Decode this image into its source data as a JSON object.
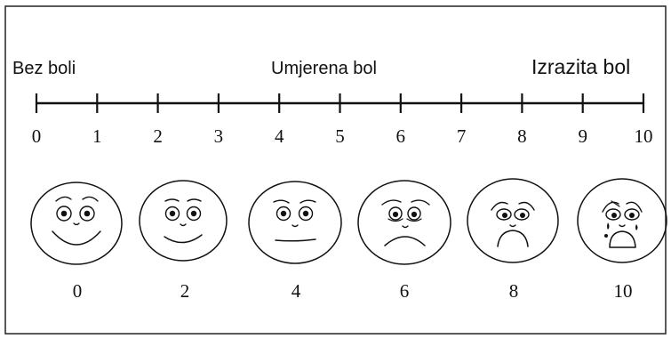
{
  "headings": {
    "left": "Bez boli",
    "middle": "Umjerena bol",
    "right": "Izrazita bol"
  },
  "scale": {
    "min": 0,
    "max": 10,
    "tick_labels": [
      "0",
      "1",
      "2",
      "3",
      "4",
      "5",
      "6",
      "7",
      "8",
      "9",
      "10"
    ]
  },
  "faces": [
    {
      "score": "0",
      "expression": "happy-big-smile"
    },
    {
      "score": "2",
      "expression": "slight-smile"
    },
    {
      "score": "4",
      "expression": "neutral"
    },
    {
      "score": "6",
      "expression": "sad"
    },
    {
      "score": "8",
      "expression": "very-sad"
    },
    {
      "score": "10",
      "expression": "crying"
    }
  ],
  "colors": {
    "ink": "#111111",
    "background": "#ffffff",
    "frame": "#222222"
  }
}
